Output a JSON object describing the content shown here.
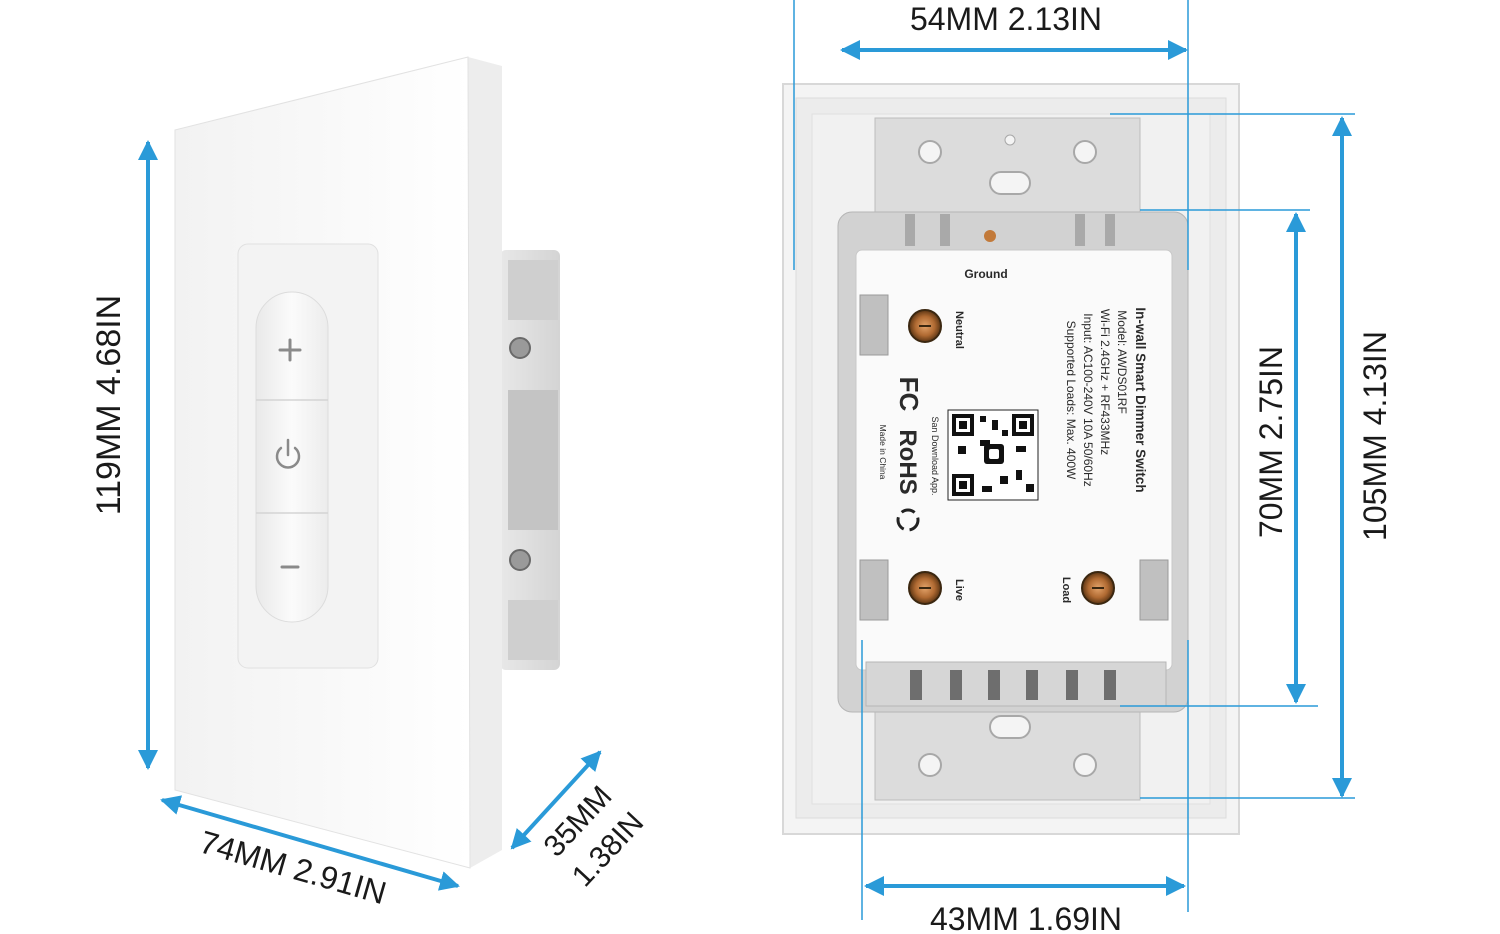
{
  "colors": {
    "dimension_arrow": "#2a9ad8",
    "plate": "#f7f7f7",
    "body_gray": "#c9c9c9",
    "label_text": "#2a2a2a",
    "terminal_brass": "#b7793e"
  },
  "front_view": {
    "icons": {
      "up": "plus-icon",
      "middle": "power-icon",
      "down": "minus-icon"
    },
    "height_dimension": "119MM  4.68IN",
    "width_dimension": "74MM  2.91IN",
    "depth_dimension_mm": "35MM",
    "depth_dimension_in": "1.38IN"
  },
  "back_view": {
    "top_width_dimension": "54MM  2.13IN",
    "bottom_width_dimension": "43MM 1.69IN",
    "inner_height_dimension": "70MM   2.75IN",
    "outer_height_dimension": "105MM  4.13IN",
    "terminals": {
      "ground": "Ground",
      "neutral": "Neutral",
      "live": "Live",
      "load": "Load"
    },
    "label": {
      "title": "In-wall Smart Dimmer Switch",
      "model": "Model: AWDS01RF",
      "wifi": "Wi-Fi 2.4GHz + RF433MHz",
      "input": "Input: AC100-240V 10A 50/60Hz",
      "loads": "Supported Loads: Max. 400W",
      "scan": "San Download App.",
      "fc": "FC",
      "rohs": "RoHS",
      "made_in": "Made in China"
    }
  }
}
